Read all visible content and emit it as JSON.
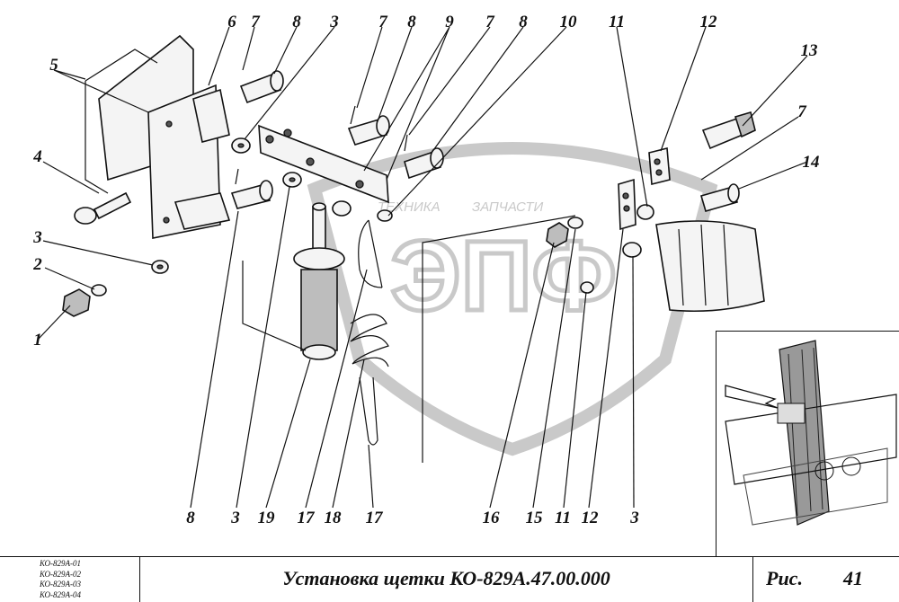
{
  "callouts": [
    "6",
    "7",
    "8",
    "3",
    "7",
    "8",
    "9",
    "7",
    "8",
    "10",
    "11",
    "12",
    "13",
    "5",
    "4",
    "3",
    "2",
    "1",
    "7",
    "14",
    "8",
    "3",
    "19",
    "17",
    "18",
    "17",
    "16",
    "15",
    "11",
    "12",
    "3"
  ],
  "watermark": {
    "text_left": "ТЕХНИКА",
    "text_right": "ЗАПЧАСТИ",
    "logo": "ЭПФ"
  },
  "title_block": {
    "models": [
      "КО-829А-01",
      "КО-829А-02",
      "КО-829А-03",
      "КО-829А-04"
    ],
    "caption": "Установка щетки КО-829А.47.00.000",
    "figure_label": "Рис.",
    "figure_number": "41"
  },
  "colors": {
    "ink": "#111111",
    "watermark": "#c9c9c9",
    "background": "#ffffff"
  }
}
